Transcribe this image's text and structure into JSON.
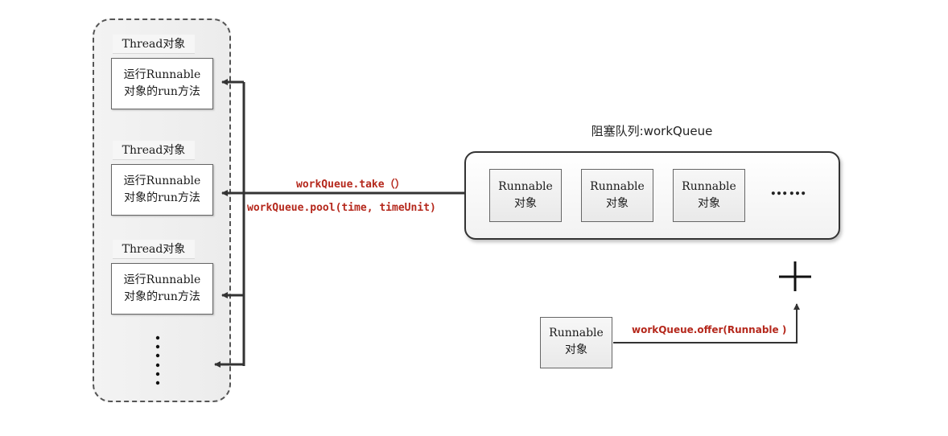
{
  "thread_pool": {
    "threads": [
      {
        "title": "Thread对象",
        "task_line1": "运行Runnable",
        "task_line2": "对象的run方法"
      },
      {
        "title": "Thread对象",
        "task_line1": "运行Runnable",
        "task_line2": "对象的run方法"
      },
      {
        "title": "Thread对象",
        "task_line1": "运行Runnable",
        "task_line2": "对象的run方法"
      }
    ],
    "more": "⋮"
  },
  "queue": {
    "title": "阻塞队列:workQueue",
    "items": [
      {
        "line1": "Runnable",
        "line2": "对象"
      },
      {
        "line1": "Runnable",
        "line2": "对象"
      },
      {
        "line1": "Runnable",
        "line2": "对象"
      }
    ],
    "ellipsis": "……"
  },
  "labels": {
    "take": "workQueue.take（）",
    "poll": "workQueue.pool(time, timeUnit)",
    "offer": "workQueue.offer(Runnable )"
  },
  "new_item": {
    "line1": "Runnable",
    "line2": "对象"
  },
  "plus": "+",
  "colors": {
    "label_red": "#b5281c",
    "arrow": "#333333"
  }
}
